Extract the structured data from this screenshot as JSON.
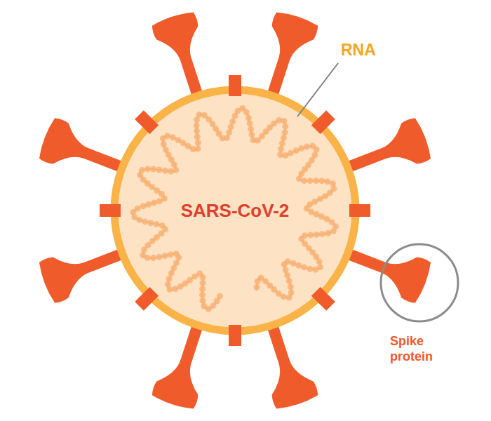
{
  "diagram": {
    "nodes": [
      {
        "text": [
          "SARS-CoV-2"
        ]
      }
    ],
    "labels": [
      "RNA",
      "Spike protein"
    ]
  }
}
